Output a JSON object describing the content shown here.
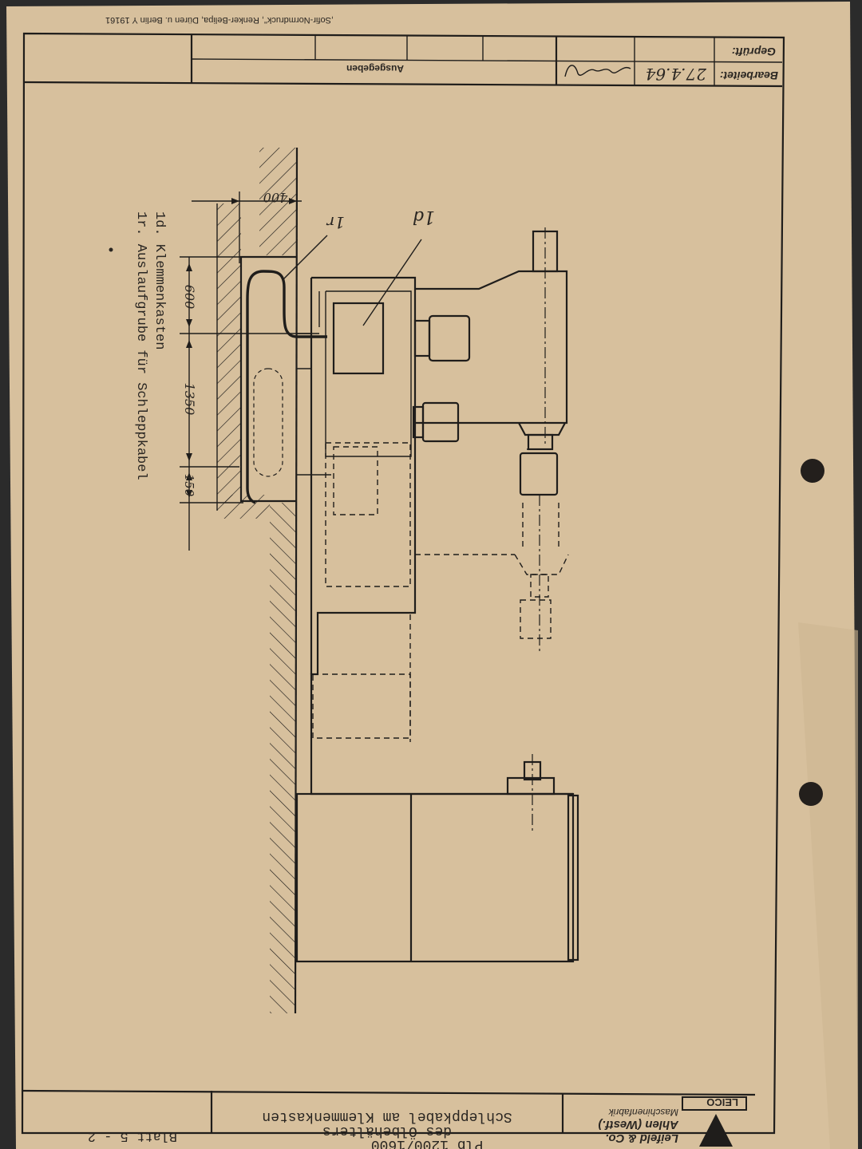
{
  "header": {
    "printer_note": ",Sofir-Normdruck\", Renker-Belipa, Düren u. Berlin   Y 19161",
    "bearbeitet_label": "Bearbeitet:",
    "bearbeitet_date": "27.4.64",
    "geprueft_label": "Geprüft:",
    "ausgegeben_label": "Ausgegeben"
  },
  "drawing": {
    "dim_400": "400",
    "dim_600": "600",
    "dim_1350": "1350",
    "dim_150": "150",
    "label_1d": "1d",
    "label_1r": "1r"
  },
  "legend": {
    "line1": "1d. Klemmenkasten",
    "line2": "1r. Auslaufgrube für Schleppkabel"
  },
  "title_block": {
    "line1": "Schleppkabel am Klemmenkasten",
    "line2": "des Ölbehälters",
    "line3": "Plb 1200/1600",
    "sheet": "Blatt 5 - 2",
    "company_logo": "LEICO",
    "company_name": "Leifeld & Co.",
    "company_city": "Ahlen (Westf.)",
    "company_sub": "Maschinenfabrik"
  },
  "colors": {
    "paper": "#d9c3a1",
    "ink": "#1f1d1b",
    "background": "#2b2b2b"
  }
}
